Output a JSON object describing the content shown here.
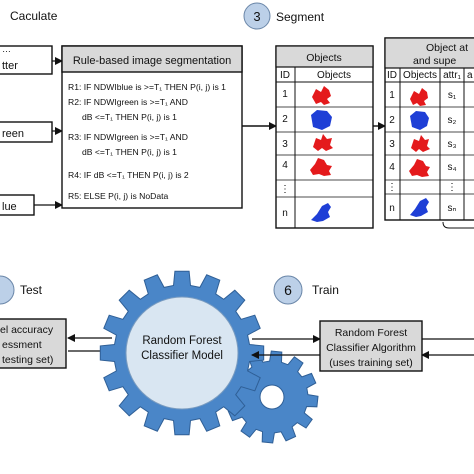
{
  "colors": {
    "gear_fill": "#4a86c8",
    "gear_stroke": "#2f5f96",
    "hub_fill": "#d9e6f2",
    "box_header": "#d9d9d9",
    "step_circle": "#bcd0e8",
    "red_object": "#e41a1c",
    "blue_object": "#1f3fd6"
  },
  "labels": {
    "calculate": "Caculate",
    "segment": "Segment",
    "test": "Test",
    "train": "Train"
  },
  "steps": {
    "segment": "3",
    "train": "6"
  },
  "inputs": [
    "tter",
    "reen",
    "lue"
  ],
  "rules": {
    "title": "Rule-based image segmentation",
    "r1": "R1: IF NDWIblue is >=T₁ THEN P(i, j) is 1",
    "r2a": "R2: IF NDWIgreen is >=T₁ AND",
    "r2b": "dB <=T₁ THEN P(i, j) is 1",
    "r3a": "R3: IF NDWIgreen is >=T₁ AND",
    "r3b": "dB <=T₁ THEN P(i, j) is 1",
    "r4": "R4: IF dB <=T₁ THEN P(i, j) is 2",
    "r5": "R5: ELSE P(i, j) is NoData"
  },
  "objects_table": {
    "title": "Objects",
    "col_id": "ID",
    "col_objects": "Objects",
    "ids": [
      "1",
      "2",
      "3",
      "4",
      "⋮",
      "n"
    ]
  },
  "attr_table": {
    "title_line1": "Object at",
    "title_line2": "and supe",
    "col_id": "ID",
    "col_objects": "Objects",
    "col_attr": "attr₁",
    "col_a": "a",
    "ids": [
      "1",
      "2",
      "3",
      "4",
      "⋮",
      "n"
    ],
    "values": [
      "s₁",
      "s₂",
      "s₃",
      "s₄",
      "⋮",
      "sₙ"
    ]
  },
  "model_label": [
    "Random Forest",
    "Classifier Model"
  ],
  "accuracy_box": [
    "el accuracy",
    "essment",
    "testing set)"
  ],
  "algorithm_box": [
    "Random  Forest",
    "Classifier Algorithm",
    "(uses training set)"
  ]
}
